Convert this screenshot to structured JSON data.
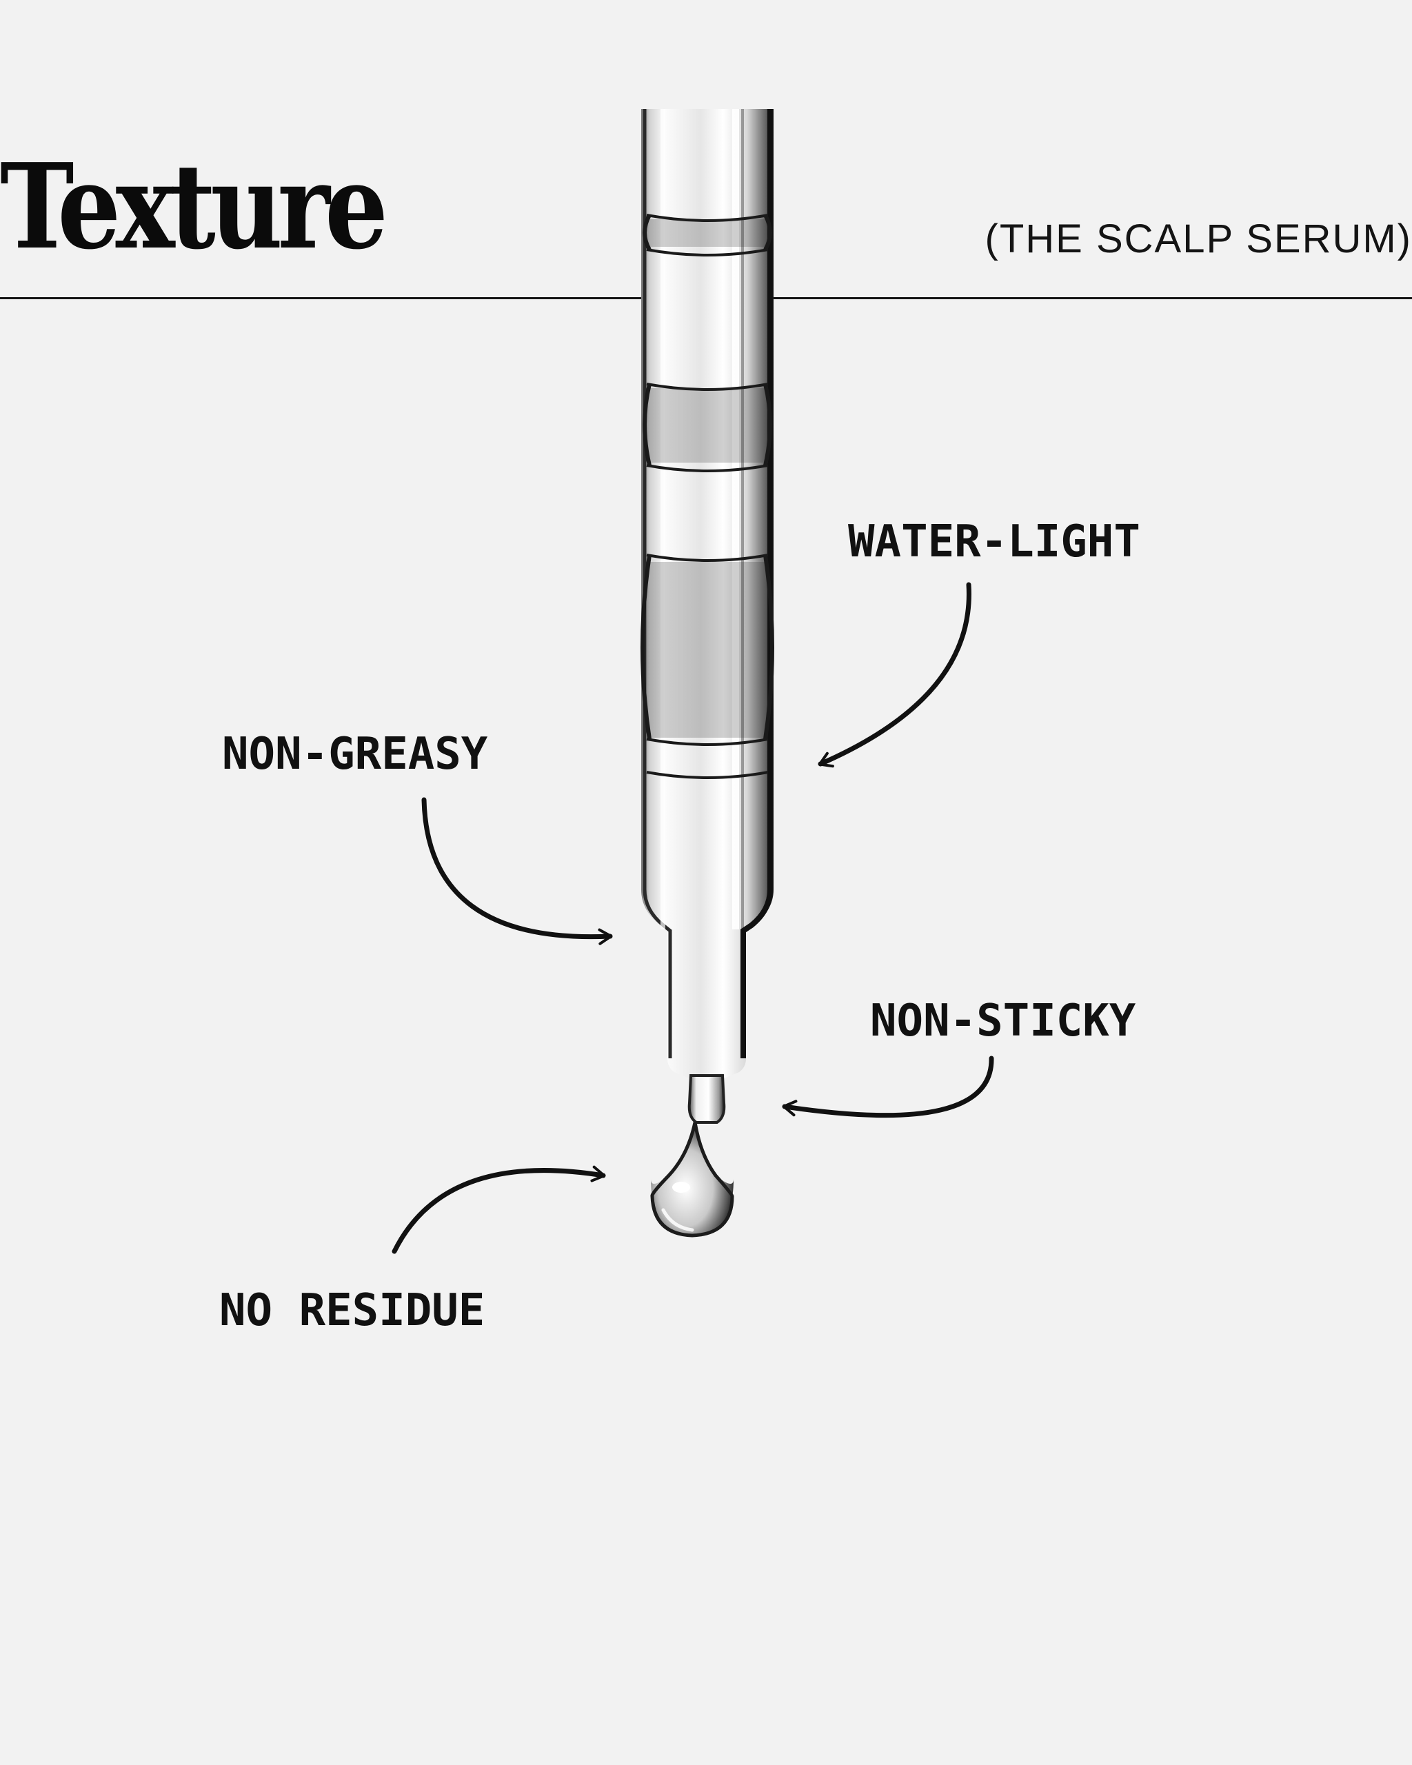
{
  "header": {
    "title": "Texture",
    "subtitle": "(THE SCALP SERUM)"
  },
  "annotations": {
    "water_light": "WATER-LIGHT",
    "non_greasy": "NON-GREASY",
    "non_sticky": "NON-STICKY",
    "no_residue": "NO RESIDUE"
  },
  "colors": {
    "background": "#f2f2f2",
    "ink": "#111111"
  },
  "illustration": {
    "subject": "glass dropper releasing a serum droplet"
  }
}
